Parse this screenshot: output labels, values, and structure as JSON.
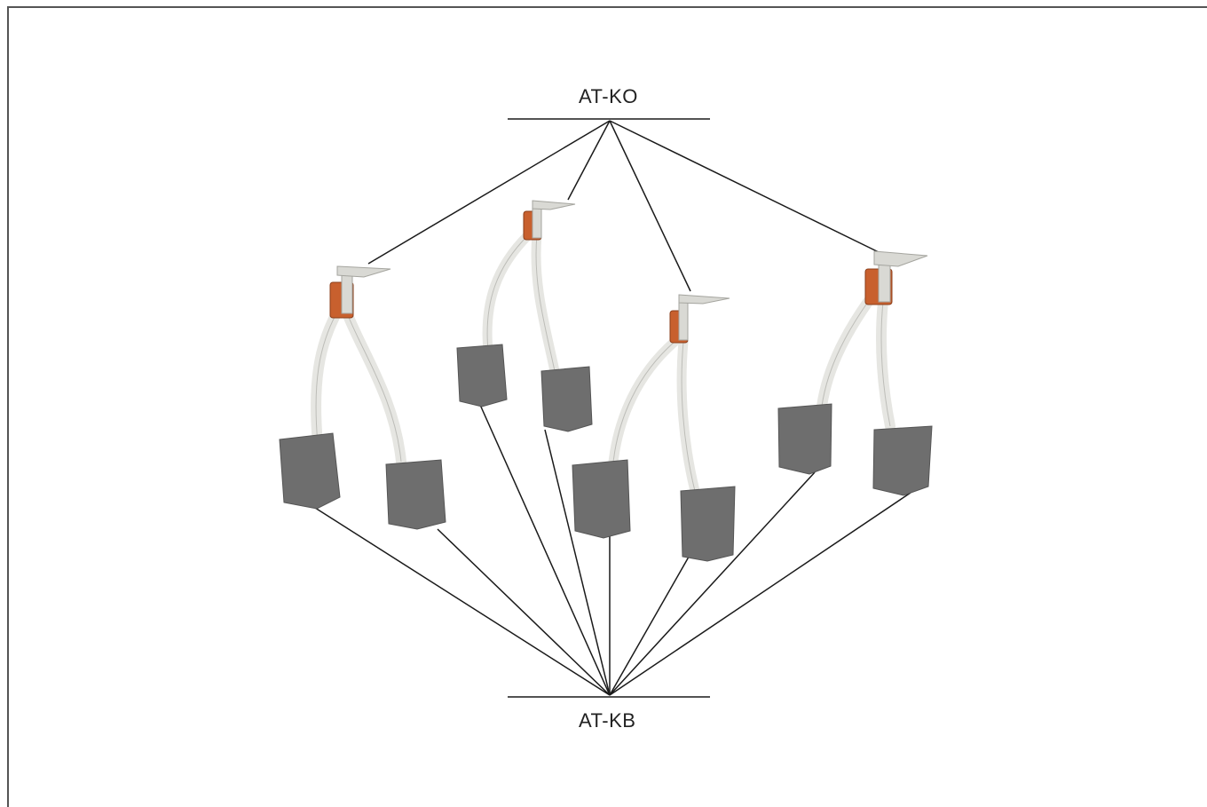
{
  "labels": {
    "top": "AT-KO",
    "bottom": "AT-KB"
  },
  "colors": {
    "line": "#1a1a1a",
    "carbon": "#6e6e6e",
    "carbon_dark": "#555555",
    "shunt": "#e6e6e2",
    "copper": "#c8602e",
    "terminal": "#d9d9d4"
  },
  "items": [
    {
      "name": "brush-assembly-1",
      "icon": "carbon-brush-pair"
    },
    {
      "name": "brush-assembly-2",
      "icon": "carbon-brush-pair"
    },
    {
      "name": "brush-assembly-3",
      "icon": "carbon-brush-pair"
    },
    {
      "name": "brush-assembly-4",
      "icon": "carbon-brush-pair"
    }
  ]
}
